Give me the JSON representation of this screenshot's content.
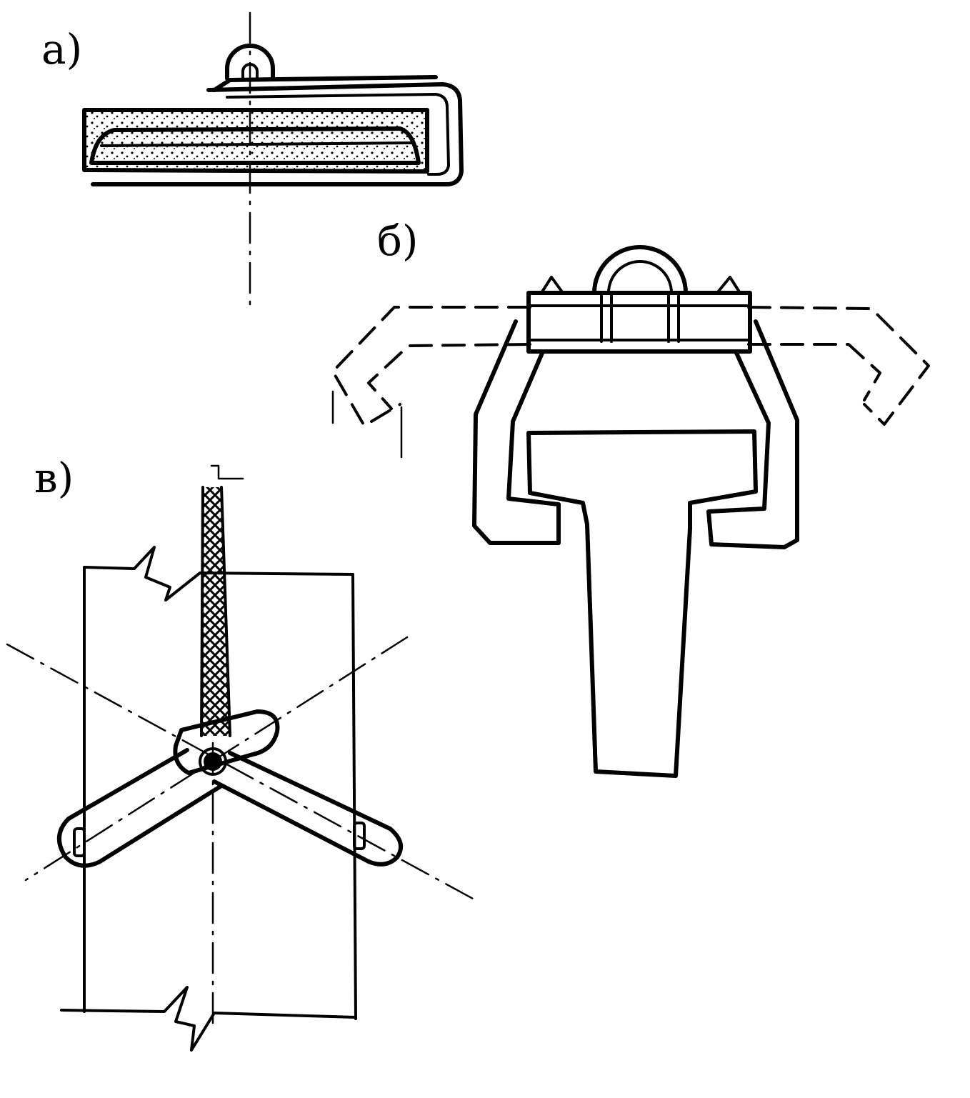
{
  "labels": {
    "a": "а)",
    "b": "б)",
    "c": "в)"
  },
  "colors": {
    "ink": "#000000",
    "paper": "#ffffff"
  }
}
